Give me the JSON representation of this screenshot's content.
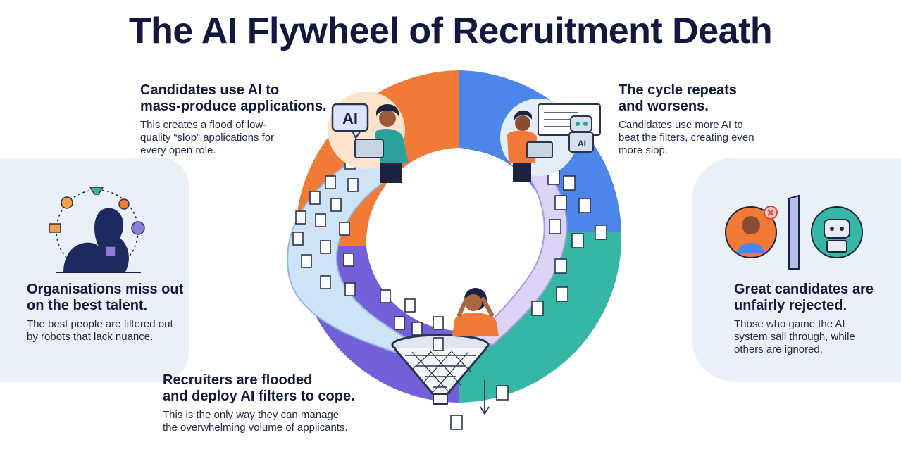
{
  "title": "The AI Flywheel of Recruitment Death",
  "steps": [
    {
      "heading_lines": [
        "Candidates use AI to",
        "mass-produce applications."
      ],
      "body_lines": [
        "This creates a flood of low-",
        "quality “slop” applications for",
        "every open role."
      ]
    },
    {
      "heading_lines": [
        "The cycle repeats",
        "and worsens."
      ],
      "body_lines": [
        "Candidates use more AI to",
        "beat the filters, creating even",
        "more slop."
      ]
    },
    {
      "heading_lines": [
        "Great candidates are",
        "unfairly rejected."
      ],
      "body_lines": [
        "Those who game the AI",
        "system sail through, while",
        "others are ignored."
      ]
    },
    {
      "heading_lines": [
        "Recruiters are flooded",
        "and deploy AI filters to cope."
      ],
      "body_lines": [
        "This is the only way they can manage",
        "the overwhelming volume of applicants."
      ]
    },
    {
      "heading_lines": [
        "Organisations miss out",
        "on the best talent."
      ],
      "body_lines": [
        "The best people are filtered out",
        "by robots that lack nuance."
      ]
    }
  ],
  "badges": {
    "ai_bubble": "AI",
    "robot_chest": "AI"
  },
  "colors": {
    "orange": "#f07a36",
    "blue": "#4b86e8",
    "purple": "#7360d8",
    "teal": "#36b7a6",
    "panel": "#eaf0f8",
    "navy": "#111a3e"
  }
}
